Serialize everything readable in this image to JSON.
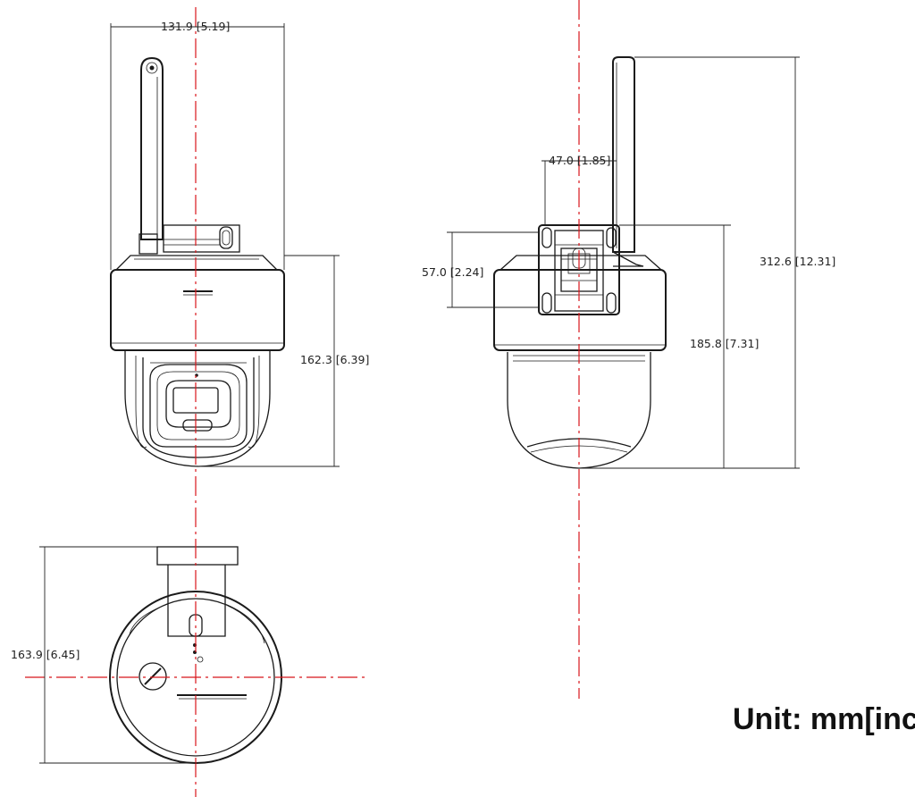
{
  "dimensions": {
    "width_top": "131.9 [5.19]",
    "bracket_width": "47.0 [1.85]",
    "bracket_height": "57.0 [2.24]",
    "front_height": "162.3 [6.39]",
    "side_height": "185.8 [7.31]",
    "total_height": "312.6 [12.31]",
    "bottom_depth": "163.9 [6.45]"
  },
  "unit_label": "Unit: mm[inch]",
  "colors": {
    "centerline": "#d8161b",
    "outline": "#1a1a1a"
  }
}
